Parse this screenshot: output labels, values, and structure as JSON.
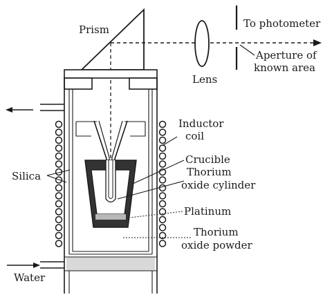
{
  "labels": {
    "prism": "Prism",
    "to_photometer": "To photometer",
    "aperture_line1": "Aperture of",
    "aperture_line2": "known area",
    "lens": "Lens",
    "inductor_line1": "Inductor",
    "inductor_line2": "coil",
    "crucible": "Crucible",
    "thorium_cyl_line1": "Thorium",
    "thorium_cyl_line2": "oxide cylinder",
    "silica": "Silica",
    "platinum": "Platinum",
    "thorium_powder_line1": "Thorium",
    "thorium_powder_line2": "oxide powder",
    "water": "Water"
  },
  "colors": {
    "ink": "#1a1a1a",
    "crucible_fill": "#333333",
    "platinum_fill": "#b8b8b8",
    "background": "#ffffff"
  }
}
